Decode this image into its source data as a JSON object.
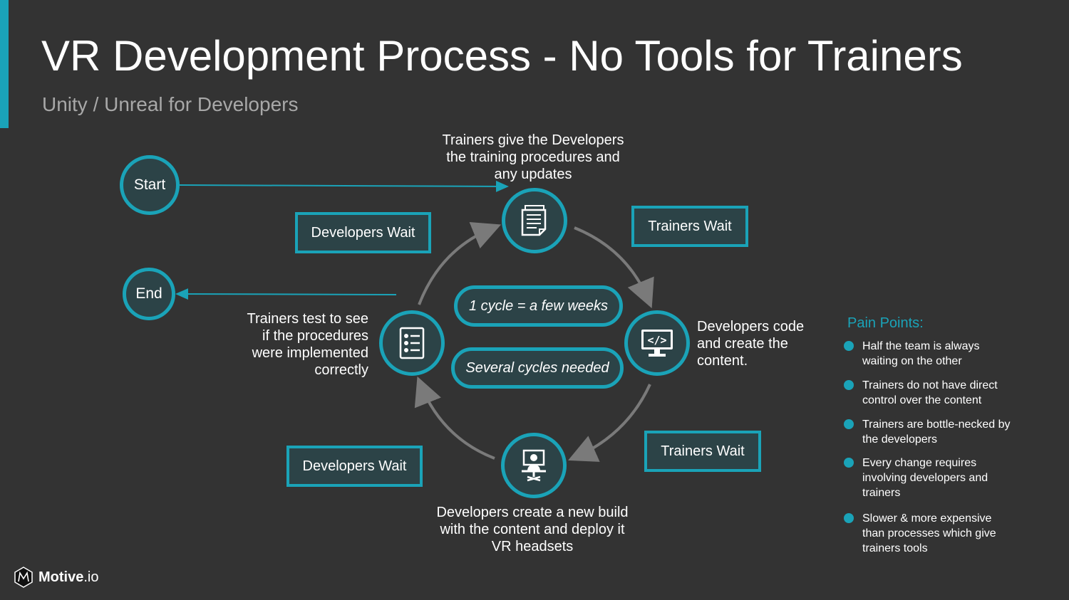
{
  "slide": {
    "title": "VR Development Process - No Tools for Trainers",
    "subtitle": "Unity / Unreal for Developers"
  },
  "nodes": {
    "start": "Start",
    "end": "End"
  },
  "steps": {
    "trainers_give": [
      "Trainers give the Developers",
      "the training procedures and",
      "any updates"
    ],
    "developers_code": [
      "Developers code",
      "and create the",
      "content."
    ],
    "developers_build": [
      "Developers create a new build",
      "with the content and deploy it",
      "VR headsets"
    ],
    "trainers_test": [
      "Trainers test to see",
      "if the procedures",
      "were implemented",
      "correctly"
    ]
  },
  "wait_boxes": {
    "top_left": "Developers Wait",
    "top_right": "Trainers Wait",
    "bottom_left": "Developers Wait",
    "bottom_right": "Trainers Wait"
  },
  "pills": {
    "cycle": "1 cycle = a few weeks",
    "several": "Several cycles needed"
  },
  "pain_points": {
    "title": "Pain Points:",
    "items": [
      [
        "Half the team is always",
        "waiting on the other"
      ],
      [
        "Trainers do not have direct",
        "control over the content"
      ],
      [
        "Trainers are bottle-necked by",
        "the developers"
      ],
      [
        "Every change requires",
        "involving developers and",
        "trainers"
      ],
      [
        "Slower & more expensive",
        "than processes which give",
        "trainers tools"
      ]
    ]
  },
  "icons": {
    "top": "document-icon",
    "right": "code-monitor-icon",
    "bottom": "developer-desk-icon",
    "left": "checklist-icon",
    "logo": "motive-logo-icon"
  },
  "brand": {
    "name_bold": "Motive",
    "name_suffix": ".io"
  },
  "colors": {
    "accent": "#1aa3b8",
    "background": "#333333",
    "node_fill": "#2c4347",
    "arrow_gray": "#7a7a7a"
  }
}
